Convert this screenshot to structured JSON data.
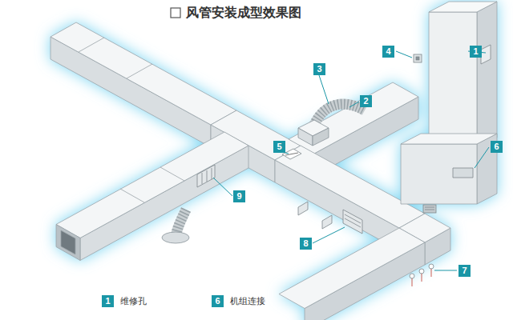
{
  "diagram": {
    "title": "风管安装成型效果图",
    "nodes": [
      {
        "text": [
          "4"
        ]
      },
      {
        "text": [
          "1"
        ]
      },
      {
        "text": [
          "3"
        ]
      },
      {
        "text": [
          "2"
        ]
      },
      {
        "text": [
          "5"
        ]
      },
      {
        "text": [
          "6"
        ]
      },
      {
        "text": [
          "9"
        ]
      },
      {
        "text": [
          "8"
        ]
      },
      {
        "text": [
          "7"
        ]
      }
    ],
    "labels": [
      "1",
      "6"
    ],
    "legend": [
      {
        "text": "维修孔",
        "color": "#1a96a6"
      },
      {
        "text": "机组连接",
        "color": "#1a96a6"
      }
    ]
  }
}
